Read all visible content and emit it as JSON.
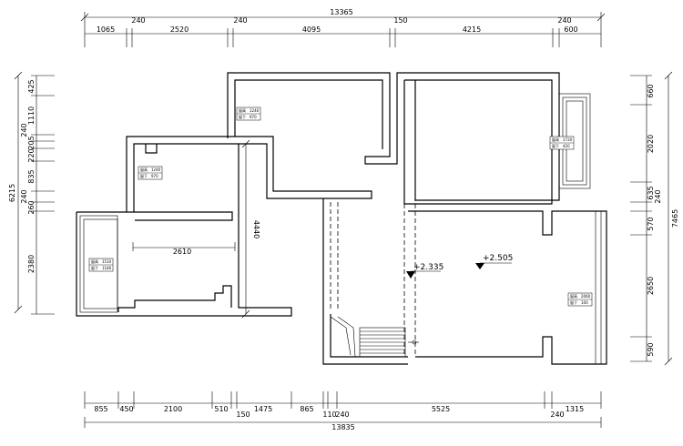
{
  "dimensions": {
    "top_total": "13365",
    "top_segments": [
      "1065",
      "240",
      "2520",
      "240",
      "4095",
      "150",
      "4215",
      "240",
      "600"
    ],
    "bottom_total": "13835",
    "bottom_segments": [
      "855",
      "450",
      "2100",
      "510",
      "150",
      "1475",
      "865",
      "110",
      "240",
      "5525",
      "240",
      "1315"
    ],
    "left_total": "6215",
    "left_segments": [
      "425",
      "1110",
      "240",
      "205",
      "220",
      "835",
      "240",
      "260",
      "2380"
    ],
    "right_total": "7465",
    "right_segments": [
      "660",
      "2020",
      "240",
      "635",
      "570",
      "2650",
      "590"
    ],
    "inner_width": "2610",
    "inner_height": "4440"
  },
  "levels": {
    "level_a": "+2.335",
    "level_b": "+2.505"
  },
  "window_tags": [
    {
      "a": "窗高",
      "b": "1240",
      "c": "窗下",
      "d": "970"
    },
    {
      "a": "窗高",
      "b": "1240",
      "c": "窗下",
      "d": "970"
    },
    {
      "a": "窗高",
      "b": "1720",
      "c": "窗下",
      "d": "420"
    },
    {
      "a": "窗高",
      "b": "1510",
      "c": "窗下",
      "d": "1180"
    },
    {
      "a": "窗高",
      "b": "2060",
      "c": "窗下",
      "d": "100"
    }
  ]
}
